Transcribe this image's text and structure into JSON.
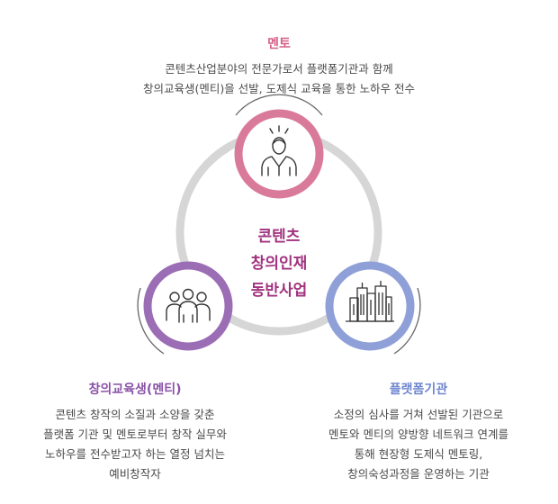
{
  "center": {
    "lines": [
      "콘텐츠",
      "창의인재",
      "동반사업"
    ]
  },
  "nodes": {
    "mentor": {
      "title": "멘토",
      "color": "#d97a9b",
      "icon": "mentor-person-icon",
      "lines": [
        "콘텐츠산업분야의 전문가로서 플랫폼기관과 함께",
        "창의교육생(멘티)을 선발, 도제식 교육을 통한 노하우 전수"
      ]
    },
    "mentee": {
      "title": "창의교육생(멘티)",
      "color": "#9b6db5",
      "icon": "group-people-icon",
      "lines": [
        "콘텐츠 창작의 소질과 소양을 갖춘",
        "플랫폼 기관 및 멘토로부터 창작 실무와",
        "노하우를 전수받고자 하는 열정 넘치는",
        "예비창작자"
      ]
    },
    "platform": {
      "title": "플랫폼기관",
      "color": "#8fa0d8",
      "icon": "city-buildings-icon",
      "lines": [
        "소정의 심사를 거쳐 선발된 기관으로",
        "멘토와 멘티의 양방향 네트워크 연계를",
        "통해 현장형 도제식 멘토링,",
        "창의숙성과정을 운영하는 기관"
      ]
    }
  }
}
